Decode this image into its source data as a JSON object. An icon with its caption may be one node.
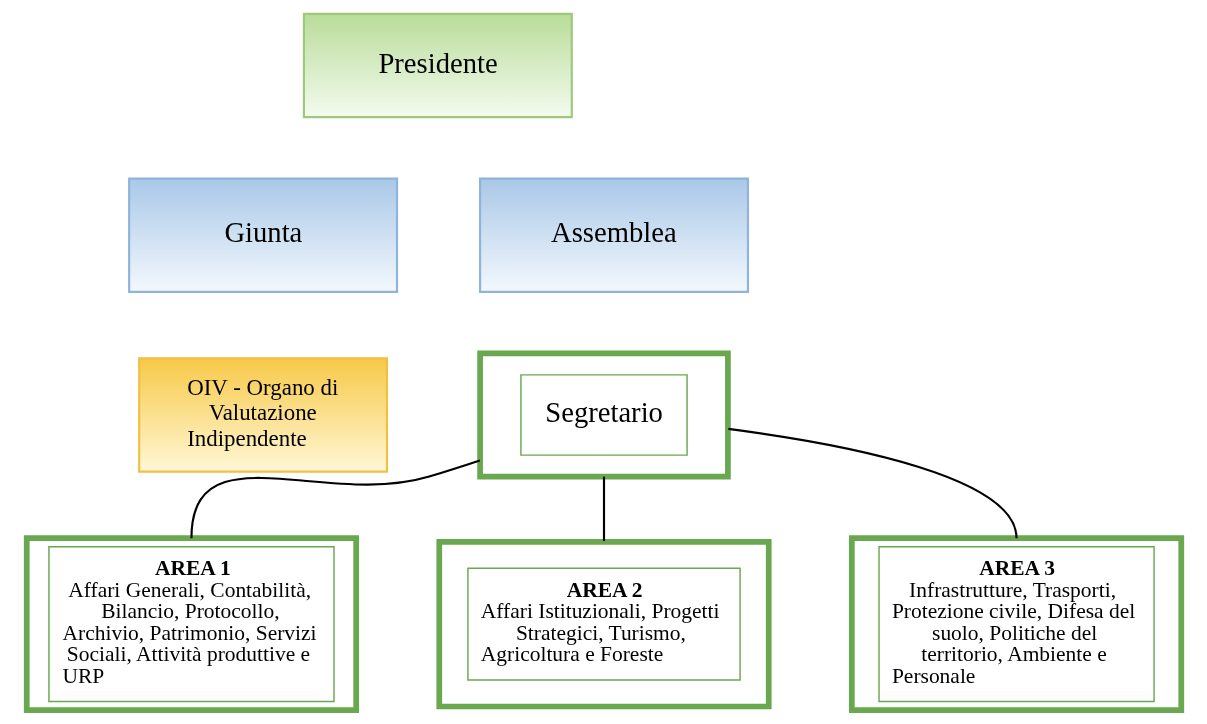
{
  "diagram": {
    "nodes": [
      {
        "text": [
          "Presidente"
        ]
      },
      {
        "text": [
          "Giunta"
        ]
      },
      {
        "text": [
          "Assemblea"
        ]
      },
      {
        "text": [
          "OIV - Organo di Valutazione Indipendente"
        ]
      },
      {
        "text": [
          "Segretario"
        ]
      },
      {
        "text": [
          "AREA 1",
          "Affari Generali, Contabilità, Bilancio, Protocollo, Archivio, Patrimonio, Servizi Sociali, Attività produttive e URP"
        ]
      },
      {
        "text": [
          "AREA 2",
          "Affari Istituzionali, Progetti Strategici, Turismo, Agricoltura e Foreste"
        ]
      },
      {
        "text": [
          "AREA 3",
          "Infrastrutture, Trasporti, Protezione civile, Difesa del suolo, Politiche del territorio, Ambiente e Personale"
        ]
      }
    ],
    "edges": [
      {
        "from": 4,
        "to": 5,
        "arrow": "none"
      },
      {
        "from": 4,
        "to": 6,
        "arrow": "none"
      },
      {
        "from": 4,
        "to": 7,
        "arrow": "none"
      }
    ]
  }
}
